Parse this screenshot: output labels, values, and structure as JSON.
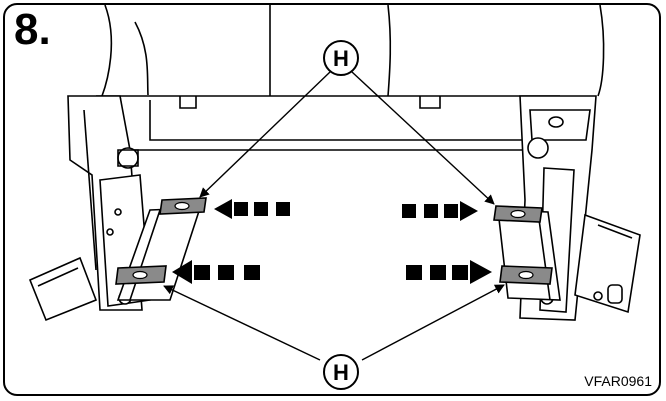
{
  "figure": {
    "step_number": "8.",
    "callout_label": "H",
    "figure_code": "VFAR0961",
    "colors": {
      "line": "#000000",
      "bracket_fill": "#ffffff",
      "clip_fill": "#8a8a8a",
      "background": "#ffffff"
    },
    "icons": [
      "arrow-left-icon",
      "arrow-right-icon",
      "callout-circle-icon"
    ]
  }
}
